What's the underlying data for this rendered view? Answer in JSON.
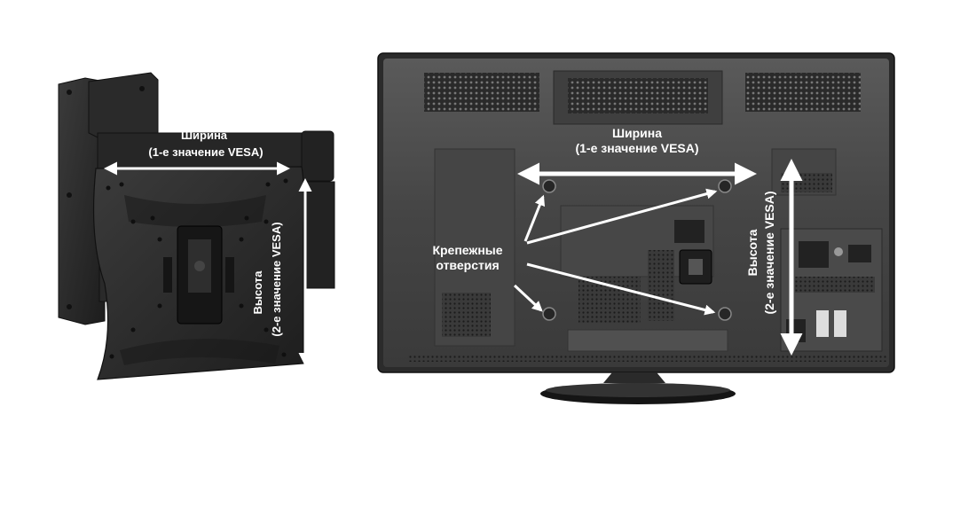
{
  "bracket": {
    "width_line1": "Ширина",
    "width_line2": "(1-е значение VESA)",
    "height_line1": "Высота",
    "height_line2": "(2-е значение VESA)"
  },
  "tv": {
    "width_line1": "Ширина",
    "width_line2": "(1-е значение VESA)",
    "height_line1": "Высота",
    "height_line2": "(2-е значение VESA)",
    "holes_line1": "Крепежные",
    "holes_line2": "отверстия"
  },
  "colors": {
    "bracket_metal": "#2b2b2b",
    "tv_body": "#3a3a3a",
    "arrow": "#ffffff"
  }
}
